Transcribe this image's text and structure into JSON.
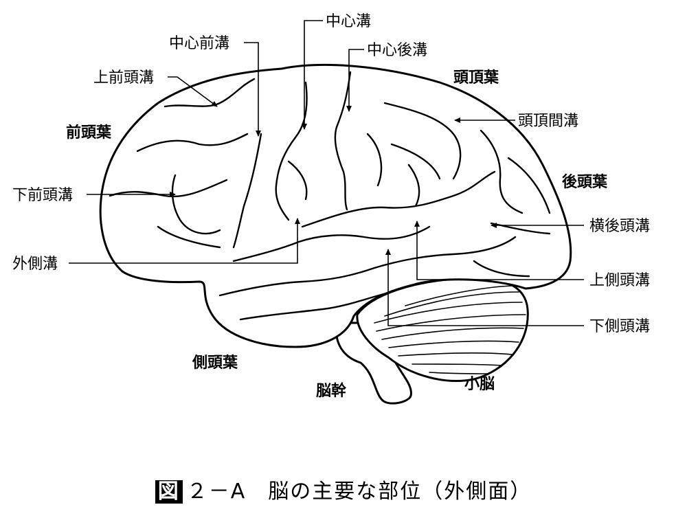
{
  "labels": {
    "central_sulcus": "中心溝",
    "precentral_sulcus": "中心前溝",
    "postcentral_sulcus": "中心後溝",
    "superior_frontal_sulcus": "上前頭溝",
    "inferior_frontal_sulcus": "下前頭溝",
    "lateral_sulcus": "外側溝",
    "intraparietal_sulcus": "頭頂間溝",
    "transverse_occipital_sulcus": "横後頭溝",
    "superior_temporal_sulcus": "上側頭溝",
    "inferior_temporal_sulcus": "下側頭溝"
  },
  "lobes": {
    "frontal": "前頭葉",
    "parietal": "頭頂葉",
    "occipital": "後頭葉",
    "temporal": "側頭葉",
    "brainstem": "脳幹",
    "cerebellum": "小脳"
  },
  "caption": {
    "figure_mark": "図",
    "text": "２－A　脳の主要な部位（外側面）"
  }
}
